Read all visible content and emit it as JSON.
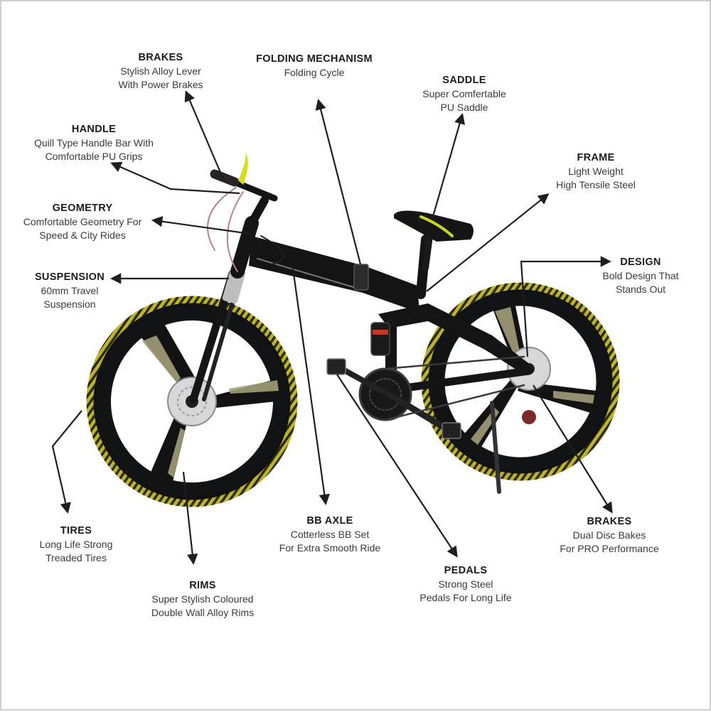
{
  "colors": {
    "frame": "#121314",
    "tire_tread": "#c6bd2f",
    "spoke_accent": "#a39f7a",
    "seat_stripe": "#c8d51f",
    "arrow": "#1e1e1e",
    "text": "#2a2a2a"
  },
  "callouts": {
    "brakes_front": {
      "title": "BRAKES",
      "line1": "Stylish Alloy Lever",
      "line2": "With Power Brakes"
    },
    "folding": {
      "title": "FOLDING MECHANISM",
      "line1": "Folding Cycle"
    },
    "saddle": {
      "title": "SADDLE",
      "line1": "Super Comfertable",
      "line2": "PU Saddle"
    },
    "handle": {
      "title": "HANDLE",
      "line1": "Quill Type Handle Bar With",
      "line2": "Comfortable PU Grips"
    },
    "frame": {
      "title": "FRAME",
      "line1": "Light Weight",
      "line2": "High Tensile Steel"
    },
    "geometry": {
      "title": "GEOMETRY",
      "line1": "Comfortable Geometry For",
      "line2": "Speed & City Rides"
    },
    "design": {
      "title": "DESIGN",
      "line1": "Bold Design That",
      "line2": "Stands Out"
    },
    "suspension": {
      "title": "SUSPENSION",
      "line1": "60mm Travel",
      "line2": "Suspension"
    },
    "tires": {
      "title": "TIRES",
      "line1": "Long Life Strong",
      "line2": "Treaded Tires"
    },
    "bb_axle": {
      "title": "BB AXLE",
      "line1": "Cotterless BB Set",
      "line2": "For Extra Smooth Ride"
    },
    "brakes_rear": {
      "title": "BRAKES",
      "line1": "Dual Disc Bakes",
      "line2": "For PRO Performance"
    },
    "pedals": {
      "title": "PEDALS",
      "line1": "Strong Steel",
      "line2": "Pedals For Long Life"
    },
    "rims": {
      "title": "RIMS",
      "line1": "Super Stylish Coloured",
      "line2": "Double Wall Alloy Rims"
    }
  }
}
